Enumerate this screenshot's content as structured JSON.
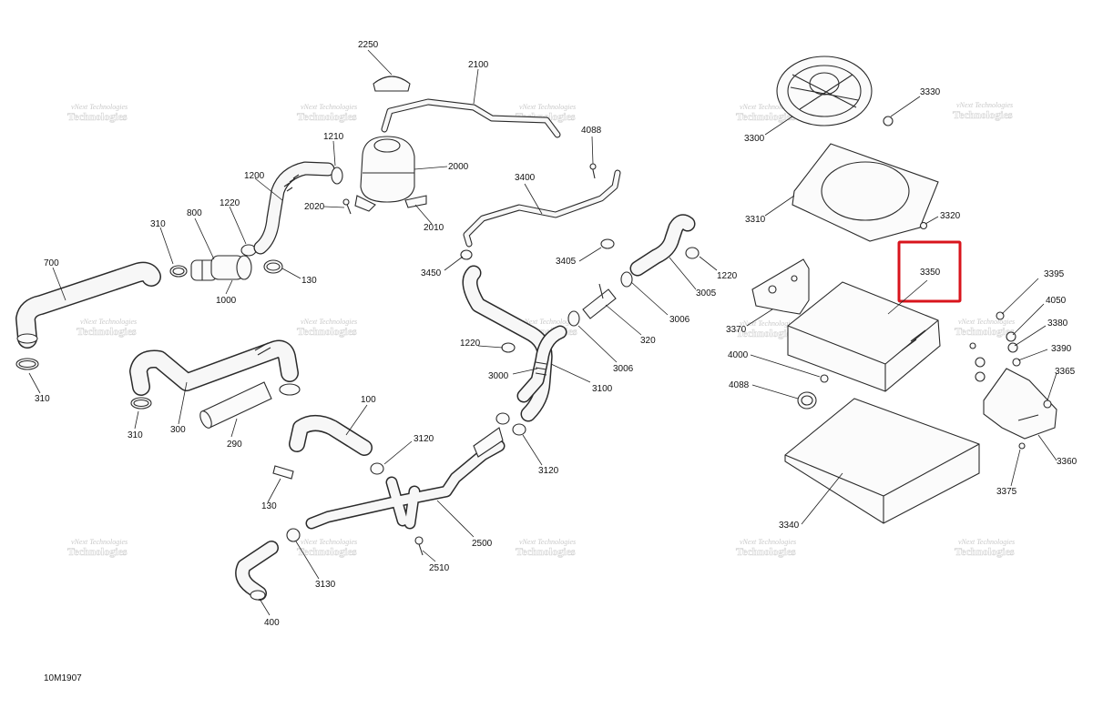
{
  "diagram_id": "10M1907",
  "watermark": {
    "line1": "vNext Technologies",
    "line2": "Technologies"
  },
  "highlight_color": "#d8141c",
  "labels": [
    {
      "id": "2250",
      "text": "2250"
    },
    {
      "id": "2100",
      "text": "2100"
    },
    {
      "id": "2000",
      "text": "2000"
    },
    {
      "id": "2010",
      "text": "2010"
    },
    {
      "id": "2020",
      "text": "2020"
    },
    {
      "id": "1210",
      "text": "1210"
    },
    {
      "id": "1200a",
      "text": "1200"
    },
    {
      "id": "1220a",
      "text": "1220"
    },
    {
      "id": "310a",
      "text": "310"
    },
    {
      "id": "800",
      "text": "800"
    },
    {
      "id": "130a",
      "text": "130"
    },
    {
      "id": "1000",
      "text": "1000"
    },
    {
      "id": "700",
      "text": "700"
    },
    {
      "id": "310b",
      "text": "310"
    },
    {
      "id": "310c",
      "text": "310"
    },
    {
      "id": "300",
      "text": "300"
    },
    {
      "id": "290",
      "text": "290"
    },
    {
      "id": "4088a",
      "text": "4088"
    },
    {
      "id": "3400",
      "text": "3400"
    },
    {
      "id": "3450",
      "text": "3450"
    },
    {
      "id": "3405",
      "text": "3405"
    },
    {
      "id": "1220b",
      "text": "1220"
    },
    {
      "id": "1220c",
      "text": "1220"
    },
    {
      "id": "3005",
      "text": "3005"
    },
    {
      "id": "3006a",
      "text": "3006"
    },
    {
      "id": "320",
      "text": "320"
    },
    {
      "id": "3006b",
      "text": "3006"
    },
    {
      "id": "3000",
      "text": "3000"
    },
    {
      "id": "3100",
      "text": "3100"
    },
    {
      "id": "100",
      "text": "100"
    },
    {
      "id": "3120a",
      "text": "3120"
    },
    {
      "id": "3120b",
      "text": "3120"
    },
    {
      "id": "130b",
      "text": "130"
    },
    {
      "id": "2500",
      "text": "2500"
    },
    {
      "id": "2510",
      "text": "2510"
    },
    {
      "id": "3130",
      "text": "3130"
    },
    {
      "id": "400",
      "text": "400"
    },
    {
      "id": "3330",
      "text": "3330"
    },
    {
      "id": "3300",
      "text": "3300"
    },
    {
      "id": "3310",
      "text": "3310"
    },
    {
      "id": "3320",
      "text": "3320"
    },
    {
      "id": "3350",
      "text": "3350"
    },
    {
      "id": "3370",
      "text": "3370"
    },
    {
      "id": "4000",
      "text": "4000"
    },
    {
      "id": "4088b",
      "text": "4088"
    },
    {
      "id": "3340",
      "text": "3340"
    },
    {
      "id": "3395",
      "text": "3395"
    },
    {
      "id": "4050",
      "text": "4050"
    },
    {
      "id": "3380",
      "text": "3380"
    },
    {
      "id": "3390",
      "text": "3390"
    },
    {
      "id": "3365",
      "text": "3365"
    },
    {
      "id": "3360",
      "text": "3360"
    },
    {
      "id": "3375",
      "text": "3375"
    }
  ]
}
